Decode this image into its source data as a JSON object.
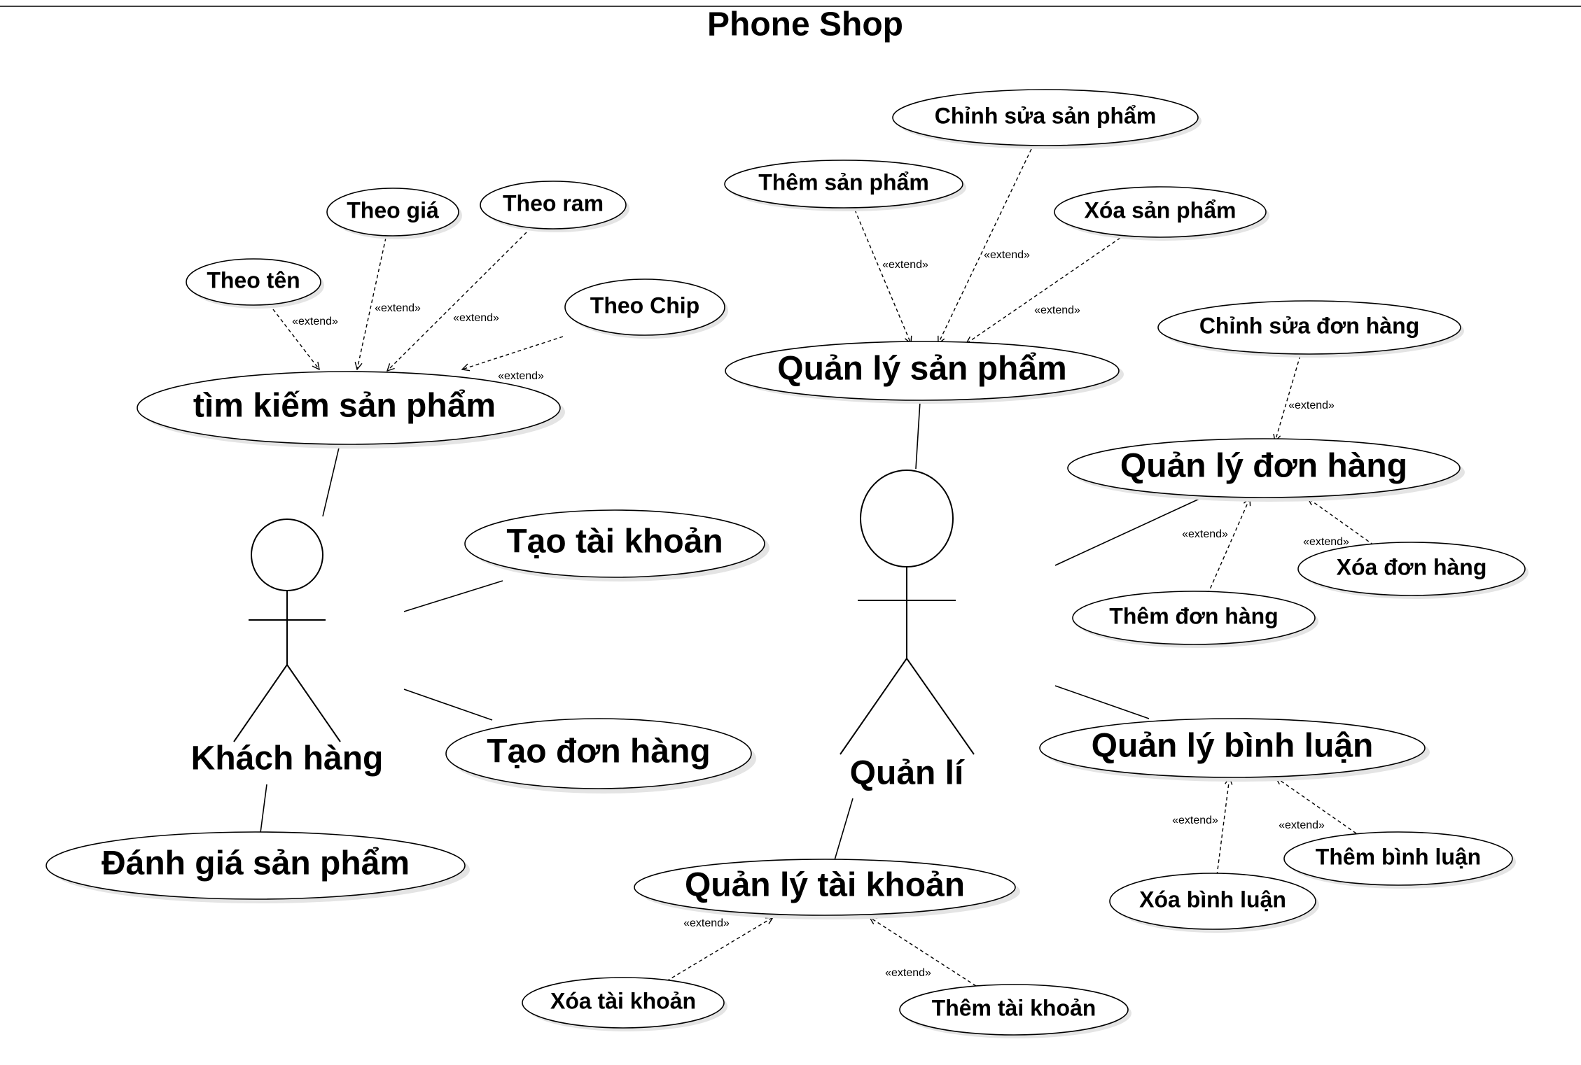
{
  "title": "Phone Shop",
  "extend_label": "«extend»",
  "actors": {
    "customer": "Khách hàng",
    "manager": "Quản lí"
  },
  "use_cases": {
    "search_product": "tìm kiếm sản phẩm",
    "by_name": "Theo tên",
    "by_price": "Theo giá",
    "by_ram": "Theo ram",
    "by_chip": "Theo Chip",
    "create_account": "Tạo tài khoản",
    "create_order": "Tạo đơn hàng",
    "review_product": "Đánh giá sản phẩm",
    "manage_product": "Quản lý sản phẩm",
    "add_product": "Thêm sản phẩm",
    "edit_product": "Chỉnh sửa sản phẩm",
    "delete_product": "Xóa sản phẩm",
    "manage_order": "Quản lý đơn hàng",
    "edit_order": "Chỉnh sửa đơn hàng",
    "add_order": "Thêm đơn hàng",
    "delete_order": "Xóa đơn hàng",
    "manage_comment": "Quản lý bình luận",
    "delete_comment": "Xóa bình luận",
    "add_comment": "Thêm bình luận",
    "manage_account": "Quản lý tài khoản",
    "delete_account": "Xóa tài khoản",
    "add_account": "Thêm tài khoản"
  }
}
